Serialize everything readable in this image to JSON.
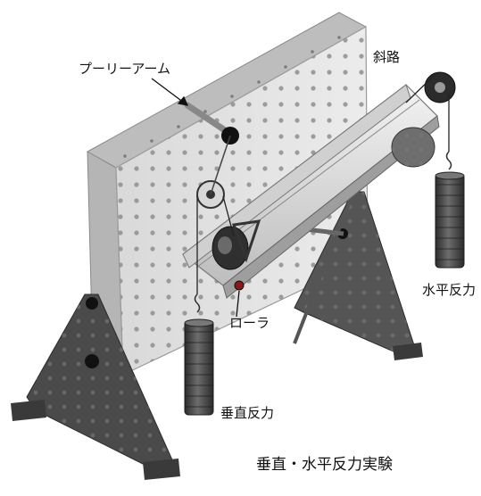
{
  "labels": {
    "pulley_arm": "プーリーアーム",
    "slope": "斜路",
    "roller": "ローラ",
    "horizontal_reaction": "水平反力",
    "vertical_reaction": "垂直反力"
  },
  "caption": "垂直・水平反力実験",
  "colors": {
    "panel": "#dcdcdc",
    "panel_edge": "#a8a8a8",
    "stand": "#4a4a4a",
    "weight": "#3c3c3c",
    "knob": "#111111",
    "roller_accent": "#8a1a1a"
  }
}
